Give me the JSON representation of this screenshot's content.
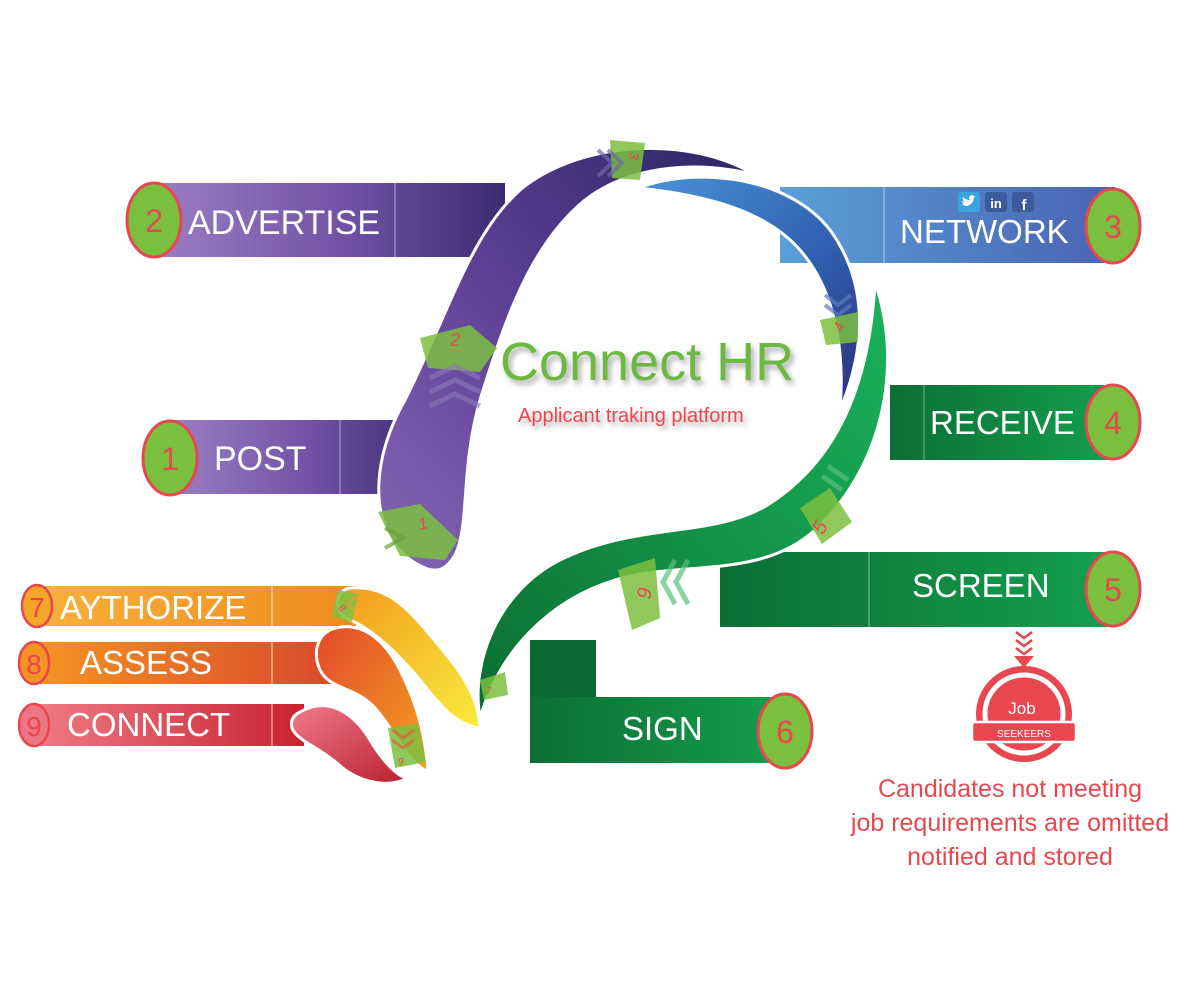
{
  "title": "Connect HR",
  "subtitle": "Applicant traking platform",
  "steps": [
    {
      "number": "1",
      "label": "POST"
    },
    {
      "number": "2",
      "label": "ADVERTISE"
    },
    {
      "number": "3",
      "label": "NETWORK"
    },
    {
      "number": "4",
      "label": "RECEIVE"
    },
    {
      "number": "5",
      "label": "SCREEN"
    },
    {
      "number": "6",
      "label": "SIGN"
    },
    {
      "number": "7",
      "label": "AYTHORIZE"
    },
    {
      "number": "8",
      "label": "ASSESS"
    },
    {
      "number": "9",
      "label": "CONNECT"
    }
  ],
  "path_markers": [
    "1",
    "2",
    "3",
    "4",
    "5",
    "6",
    "7",
    "8",
    "9"
  ],
  "badge": {
    "top": "Job",
    "bottom": "SEEKEERS"
  },
  "note_lines": [
    "Candidates not meeting",
    "job requirements are omitted",
    "notified and stored"
  ],
  "social_icons": [
    "twitter-icon",
    "linkedin-icon",
    "facebook-icon"
  ],
  "colors": {
    "purple": "#6a4a9e",
    "navy": "#2b2a6b",
    "blue": "#3a6fb8",
    "green": "#14934a",
    "dark_green": "#0a6b34",
    "orange": "#f29a1f",
    "red": "#cf2a3a",
    "yellow": "#f6e33a",
    "accent_green": "#7bbf3f",
    "number_red": "#e8474f"
  }
}
